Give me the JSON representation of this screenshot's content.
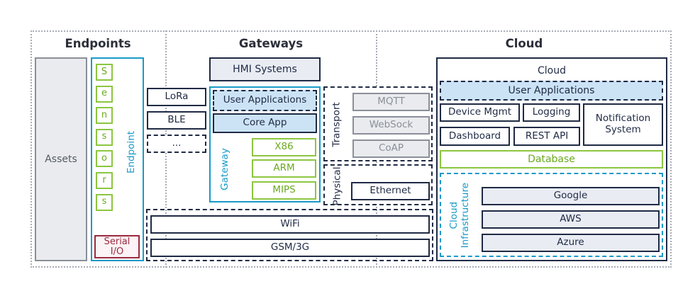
{
  "columns": {
    "endpoints": "Endpoints",
    "gateways": "Gateways",
    "cloud": "Cloud"
  },
  "endpoints": {
    "assets": "Assets",
    "endpoint_label": "Endpoint",
    "sensor_letters": [
      "S",
      "e",
      "n",
      "s",
      "o",
      "r",
      "s"
    ],
    "serial_io": "Serial I/O"
  },
  "connectivity": {
    "lora": "LoRa",
    "ble": "BLE",
    "more": "...",
    "wifi": "WiFi",
    "gsm": "GSM/3G",
    "ethernet": "Ethernet",
    "physical_label": "Physical"
  },
  "gateway": {
    "hmi": "HMI Systems",
    "user_apps": "User Applications",
    "core_app": "Core App",
    "label": "Gateway",
    "arch": [
      "X86",
      "ARM",
      "MIPS"
    ]
  },
  "transport": {
    "label": "Transport",
    "protocols": [
      "MQTT",
      "WebSock",
      "CoAP"
    ]
  },
  "cloud": {
    "title": "Cloud",
    "user_apps": "User Applications",
    "device_mgmt": "Device Mgmt",
    "logging": "Logging",
    "notification": "Notification System",
    "dashboard": "Dashboard",
    "rest_api": "REST API",
    "database": "Database",
    "infra_label": "Cloud Infrastructure",
    "providers": [
      "Google",
      "AWS",
      "Azure"
    ]
  },
  "colors": {
    "navy": "#1f2a44",
    "blue_fill": "#cce3f6",
    "green": "#8cc63f",
    "teal": "#1a9ac9",
    "maroon": "#9b2a3e",
    "grey": "#8a8f99"
  }
}
